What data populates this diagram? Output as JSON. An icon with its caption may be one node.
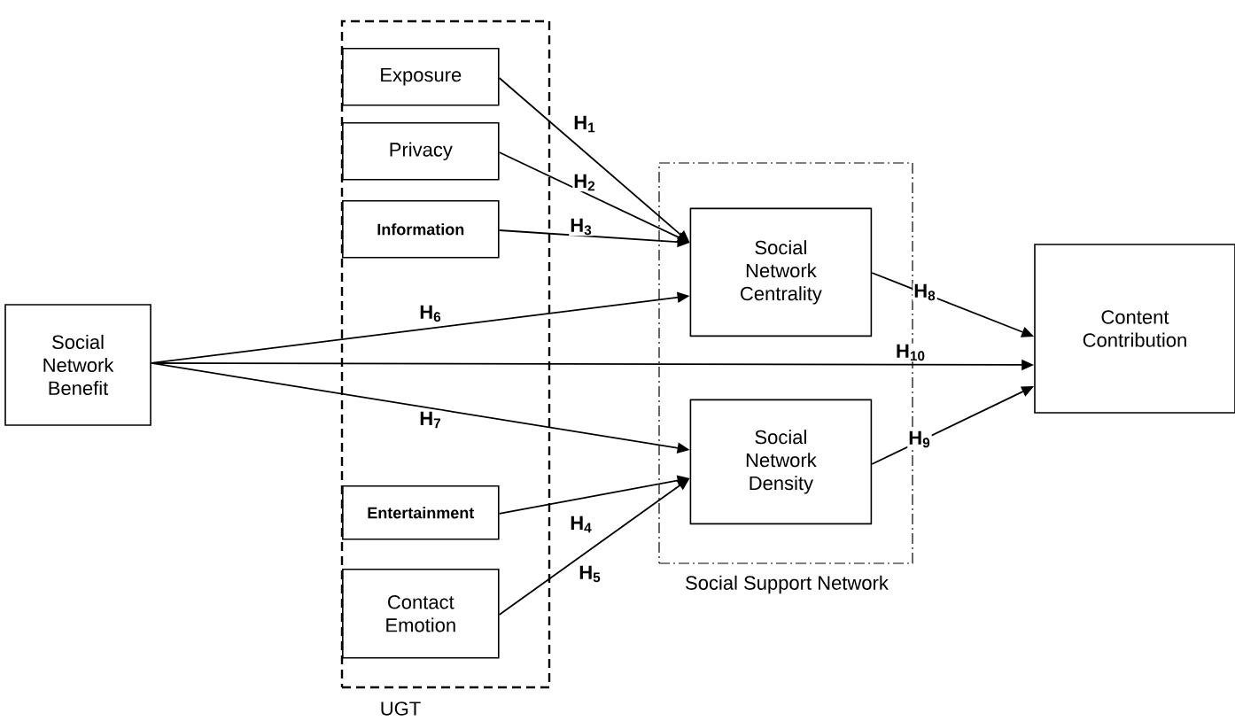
{
  "diagram": {
    "nodes": [
      {
        "text": [
          "Social Network Benefit"
        ]
      },
      {
        "text": [
          "UGT"
        ]
      },
      {
        "text": [
          "Exposure"
        ],
        "in": 1
      },
      {
        "text": [
          "Privacy"
        ],
        "in": 1
      },
      {
        "text": [
          "Information"
        ],
        "in": 1
      },
      {
        "text": [
          "Entertainment"
        ],
        "in": 1
      },
      {
        "text": [
          "Contact Emotion"
        ],
        "in": 1
      },
      {
        "text": [
          "Social Support Network"
        ]
      },
      {
        "text": [
          "Social Network Centrality"
        ],
        "in": 7
      },
      {
        "text": [
          "Social Network Density"
        ],
        "in": 7
      },
      {
        "text": [
          "Content Contribution"
        ]
      }
    ],
    "edges": [
      {
        "from": 2,
        "to": 8,
        "arrow": "to",
        "label": "H$_{1}$"
      },
      {
        "from": 3,
        "to": 8,
        "arrow": "to",
        "label": "H$_{2}$"
      },
      {
        "from": 4,
        "to": 8,
        "arrow": "to",
        "label": "H$_{3}$"
      },
      {
        "from": 5,
        "to": 9,
        "arrow": "to",
        "label": "H$_{4}$"
      },
      {
        "from": 6,
        "to": 9,
        "arrow": "to",
        "label": "H$_{5}$"
      },
      {
        "from": 0,
        "to": 8,
        "arrow": "to",
        "label": "H$_{6}$"
      },
      {
        "from": 0,
        "to": 9,
        "arrow": "to",
        "label": "H$_{7}$"
      },
      {
        "from": 8,
        "to": 10,
        "arrow": "to",
        "label": "H$_{8}$"
      },
      {
        "from": 9,
        "to": 10,
        "arrow": "to",
        "label": "H$_{9}$"
      },
      {
        "from": 0,
        "to": 10,
        "arrow": "to",
        "label": "H$_{10}$"
      }
    ]
  }
}
